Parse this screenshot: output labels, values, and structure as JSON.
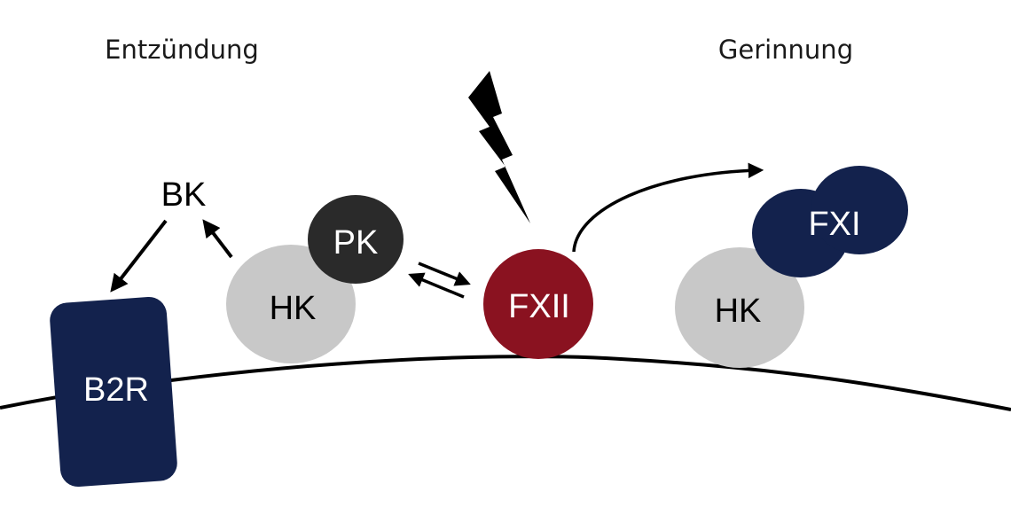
{
  "diagram": {
    "sections": {
      "left_title": "Entzündung",
      "right_title": "Gerinnung"
    },
    "nodes": {
      "bk": "BK",
      "pk": "PK",
      "hk_left": "HK",
      "fxii": "FXII",
      "hk_right": "HK",
      "fxi": "FXI",
      "b2r": "B2R"
    },
    "colors": {
      "navy": "#13224d",
      "dark": "#2a2a2a",
      "gray": "#c8c8c8",
      "red": "#8a1220",
      "line": "#000000"
    },
    "icons": {
      "trigger": "lightning-bolt-icon"
    }
  }
}
